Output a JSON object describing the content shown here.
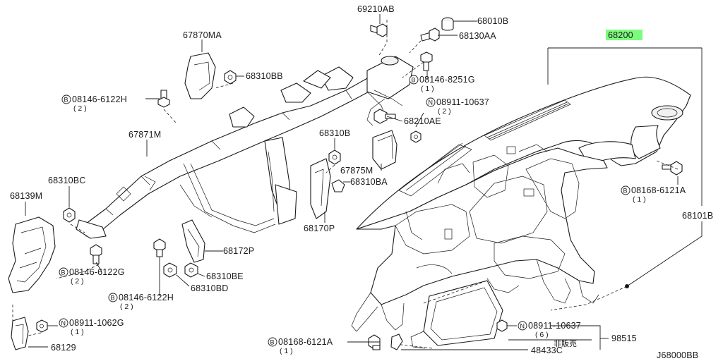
{
  "drawing_id": "J68000BB",
  "highlight_color": "#7CFC7C",
  "part_labels": {
    "p69210AB": "69210AB",
    "p68010B": "68010B",
    "p68130AA": "68130AA",
    "p68200": "68200",
    "p67870MA": "67870MA",
    "p68310BB": "68310BB",
    "p08146_6122H_top": "08146-6122H",
    "p08146_6122H_top_qty": "( 2 )",
    "p08146_8251G": "08146-8251G",
    "p08146_8251G_qty": "( 1 )",
    "p08911_10637_top": "08911-10637",
    "p08911_10637_top_qty": "( 2 )",
    "p68210AE": "68210AE",
    "p67871M": "67871M",
    "p68310B": "68310B",
    "p67875M": "67875M",
    "p68310BA": "68310BA",
    "p68310BC": "68310BC",
    "p68139M": "68139M",
    "p08168_6121A_right": "08168-6121A",
    "p08168_6121A_right_qty": "( 1 )",
    "p68101B": "68101B",
    "p68170P": "68170P",
    "p68172P": "68172P",
    "p08146_6122G": "08146-6122G",
    "p08146_6122G_qty": "( 2 )",
    "p68310BE": "68310BE",
    "p68310BD": "68310BD",
    "p08146_6122H_bot": "08146-6122H",
    "p08146_6122H_bot_qty": "( 2 )",
    "p08911_1062G": "08911-1062G",
    "p08911_1062G_qty": "( 1 )",
    "p68129": "68129",
    "p08911_10637_bot": "08911-10637",
    "p08911_10637_bot_qty": "( 6 )",
    "p98515": "98515",
    "not_for_sale": "非販売",
    "p08168_6121A_bot": "08168-6121A",
    "p08168_6121A_bot_qty": "( 1 )",
    "p48433C": "48433C"
  },
  "prefix_letters": {
    "bolt": "B",
    "nut": "N"
  }
}
